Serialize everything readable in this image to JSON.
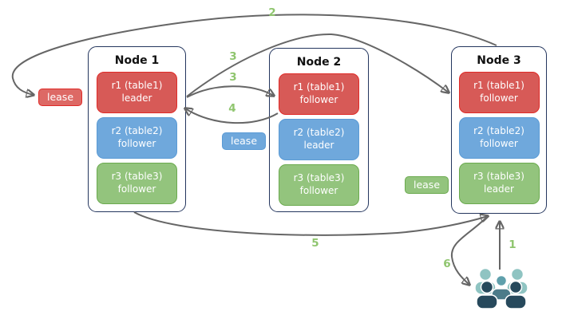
{
  "nodes": [
    {
      "title": "Node 1",
      "replicas": [
        {
          "label": "r1 (table1)",
          "role": "leader"
        },
        {
          "label": "r2 (table2)",
          "role": "follower"
        },
        {
          "label": "r3 (table3)",
          "role": "follower"
        }
      ]
    },
    {
      "title": "Node 2",
      "replicas": [
        {
          "label": "r1 (table1)",
          "role": "follower"
        },
        {
          "label": "r2 (table2)",
          "role": "leader"
        },
        {
          "label": "r3 (table3)",
          "role": "follower"
        }
      ]
    },
    {
      "title": "Node 3",
      "replicas": [
        {
          "label": "r1 (table1)",
          "role": "follower"
        },
        {
          "label": "r2 (table2)",
          "role": "follower"
        },
        {
          "label": "r3 (table3)",
          "role": "leader"
        }
      ]
    }
  ],
  "leases": [
    {
      "label": "lease",
      "color": "#DD6965"
    },
    {
      "label": "lease",
      "color": "#6FA8DC"
    },
    {
      "label": "lease",
      "color": "#93C47D"
    }
  ],
  "steps": {
    "s1": "1",
    "s2": "2",
    "s3a": "3",
    "s3b": "3",
    "s4": "4",
    "s5": "5",
    "s6": "6"
  },
  "icons": {
    "clients": "users-group-icon"
  },
  "colors": {
    "replica_red_fill": "#D75A57",
    "replica_red_border": "#E02B28",
    "replica_blue_fill": "#6FA8DC",
    "replica_blue_border": "#5B9BD5",
    "replica_green_fill": "#93C47D",
    "replica_green_border": "#6BAA4F",
    "node_border": "#24365E",
    "arrow": "#666666",
    "step_number": "#8FC56E",
    "clients_light": "#8FC4C2",
    "clients_medium": "#5FA0AC",
    "clients_medium_dark": "#4C7B89",
    "clients_dark": "#27495C"
  }
}
